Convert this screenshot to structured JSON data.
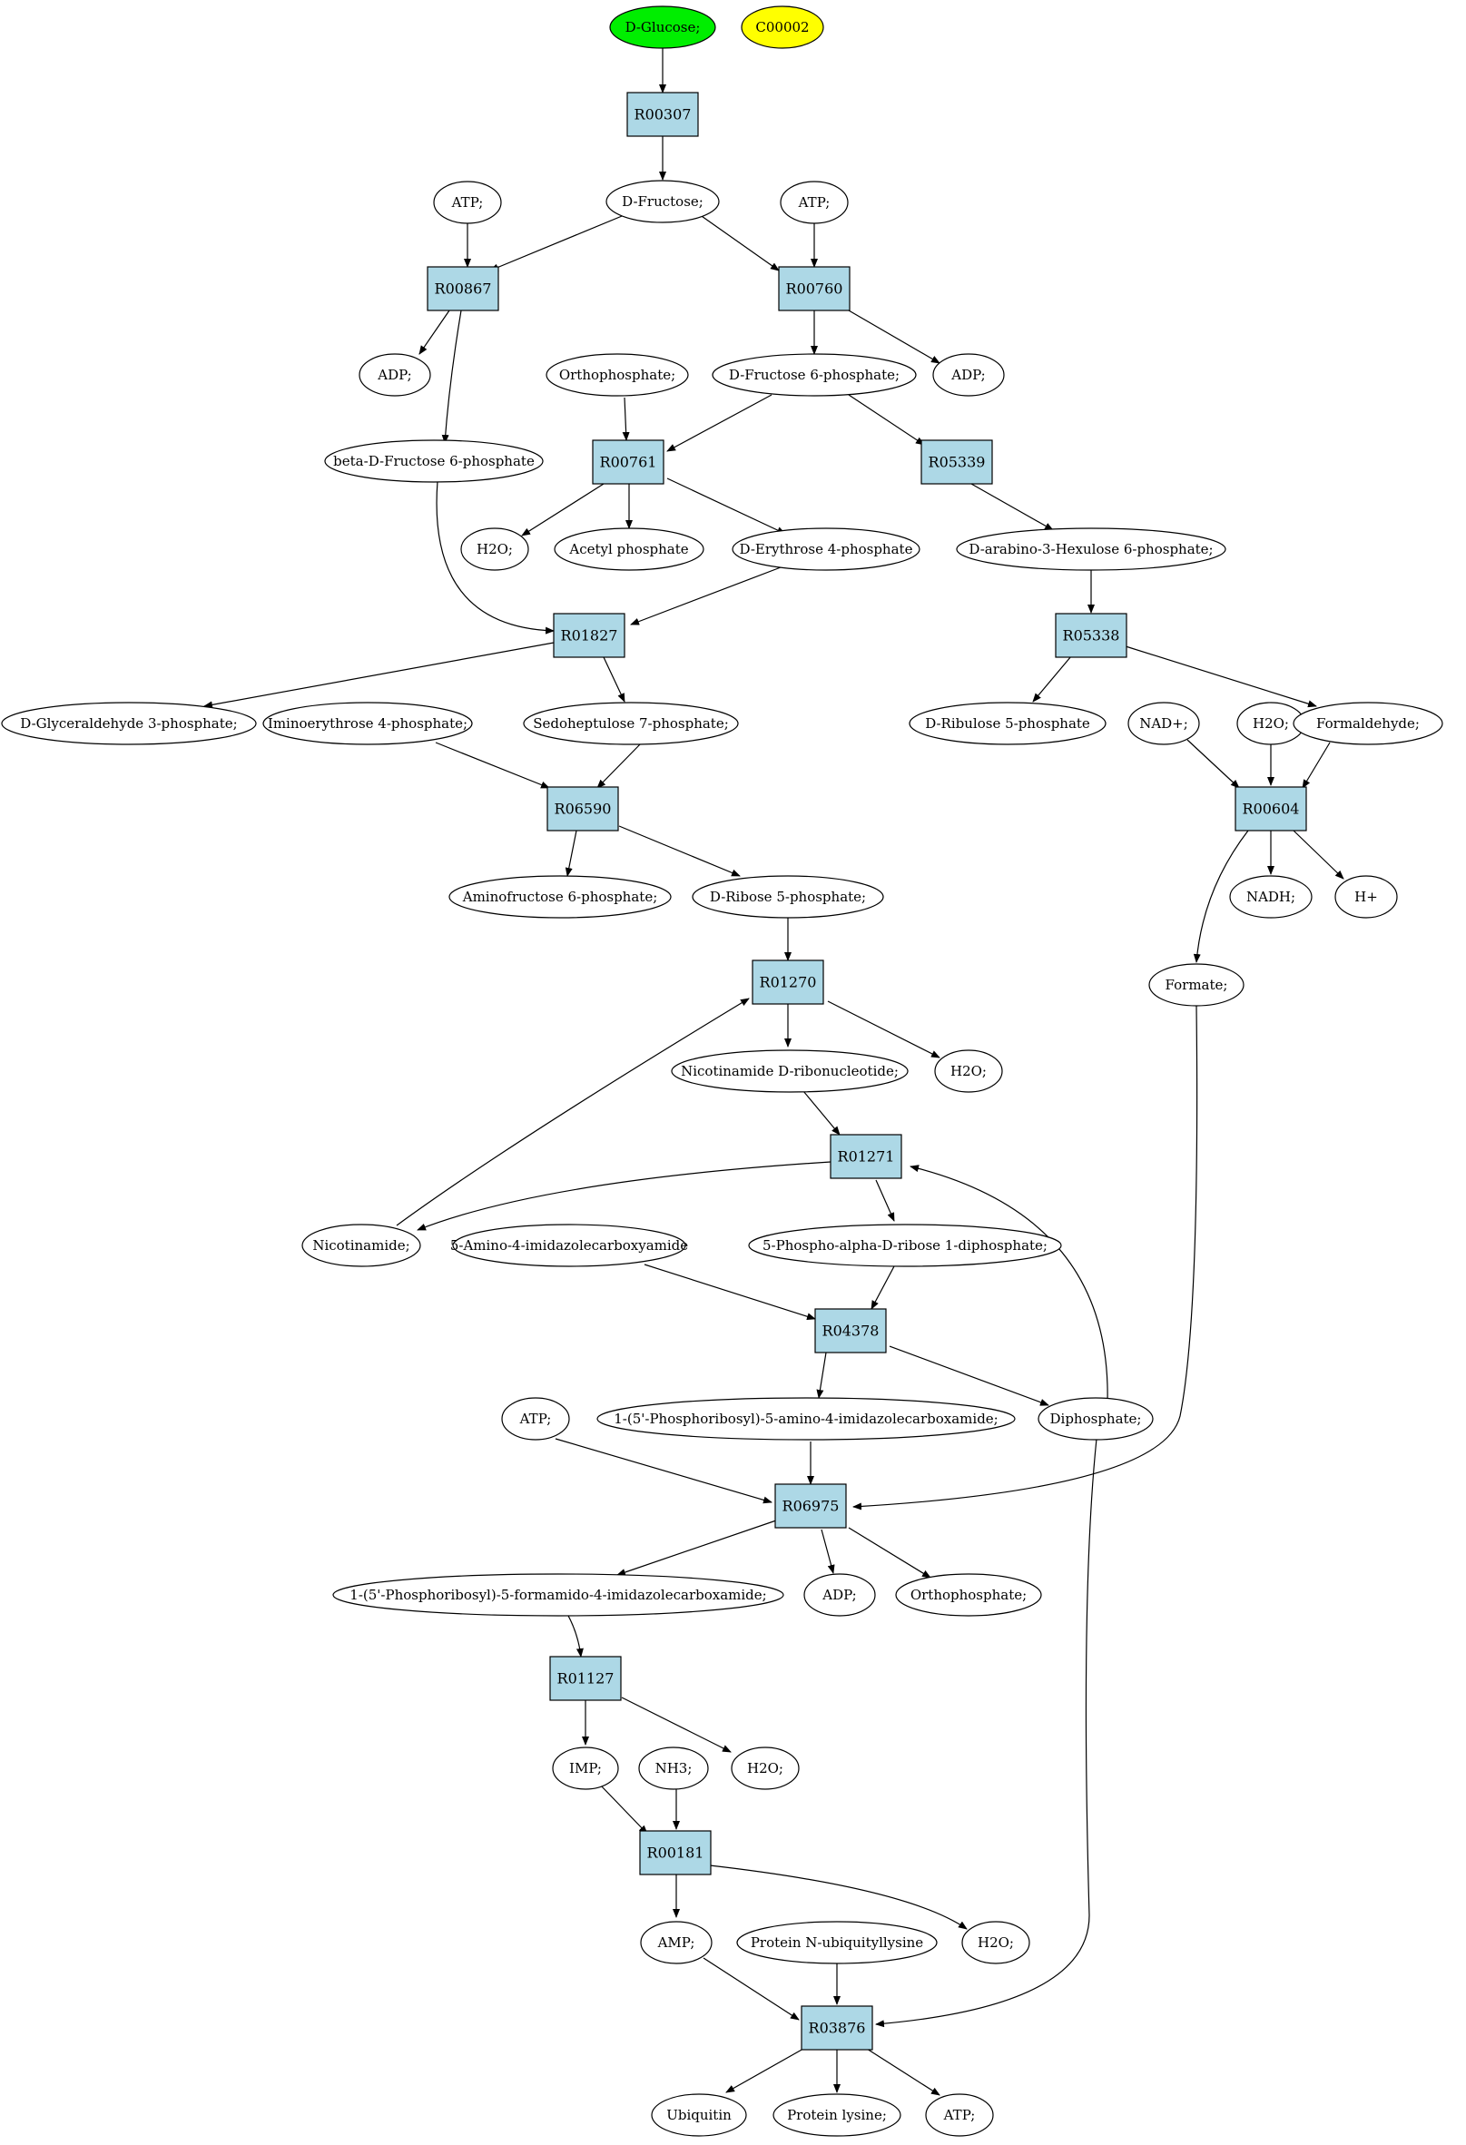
{
  "colors": {
    "reaction_fill": "#add8e6",
    "compound_fill": "#ffffff",
    "start_fill": "#00ee00",
    "query_fill": "#ffff00",
    "stroke": "#000000"
  },
  "reactions": {
    "R00307": "R00307",
    "R00867": "R00867",
    "R00760": "R00760",
    "R00761": "R00761",
    "R05339": "R05339",
    "R01827": "R01827",
    "R05338": "R05338",
    "R06590": "R06590",
    "R00604": "R00604",
    "R01270": "R01270",
    "R01271": "R01271",
    "R04378": "R04378",
    "R06975": "R06975",
    "R01127": "R01127",
    "R00181": "R00181",
    "R03876": "R03876"
  },
  "compounds": {
    "glucose": "D-Glucose;",
    "c00002": "C00002",
    "fructose": "D-Fructose;",
    "atp1": "ATP;",
    "atp2": "ATP;",
    "adp1": "ADP;",
    "orthophosphate1": "Orthophosphate;",
    "f6p": "D-Fructose 6-phosphate;",
    "adp2": "ADP;",
    "bf6p": "beta-D-Fructose 6-phosphate",
    "h2o1": "H2O;",
    "acetylp": "Acetyl phosphate",
    "e4p": "D-Erythrose 4-phosphate",
    "hexulose": "D-arabino-3-Hexulose 6-phosphate;",
    "g3p": "D-Glyceraldehyde 3-phosphate;",
    "iminoe4p": "Iminoerythrose 4-phosphate;",
    "s7p": "Sedoheptulose 7-phosphate;",
    "ru5p": "D-Ribulose 5-phosphate",
    "nadplus": "NAD+;",
    "h2o2": "H2O;",
    "formaldehyde": "Formaldehyde;",
    "aminof6p": "Aminofructose 6-phosphate;",
    "r5p": "D-Ribose 5-phosphate;",
    "nadh": "NADH;",
    "hplus": "H+",
    "formate": "Formate;",
    "nmn": "Nicotinamide D-ribonucleotide;",
    "h2o3": "H2O;",
    "nicotinamide": "Nicotinamide;",
    "aica": "5-Amino-4-imidazolecarboxyamide",
    "prpp": "5-Phospho-alpha-D-ribose 1-diphosphate;",
    "aicar": "1-(5'-Phosphoribosyl)-5-amino-4-imidazolecarboxamide;",
    "diphosphate": "Diphosphate;",
    "atp3": "ATP;",
    "faicar": "1-(5'-Phosphoribosyl)-5-formamido-4-imidazolecarboxamide;",
    "adp3": "ADP;",
    "orthophosphate2": "Orthophosphate;",
    "imp": "IMP;",
    "nh3": "NH3;",
    "h2o4": "H2O;",
    "amp": "AMP;",
    "protubq": "Protein N-ubiquityllysine",
    "h2o5": "H2O;",
    "ubiquitin": "Ubiquitin",
    "proteinlys": "Protein lysine;",
    "atp4": "ATP;"
  }
}
